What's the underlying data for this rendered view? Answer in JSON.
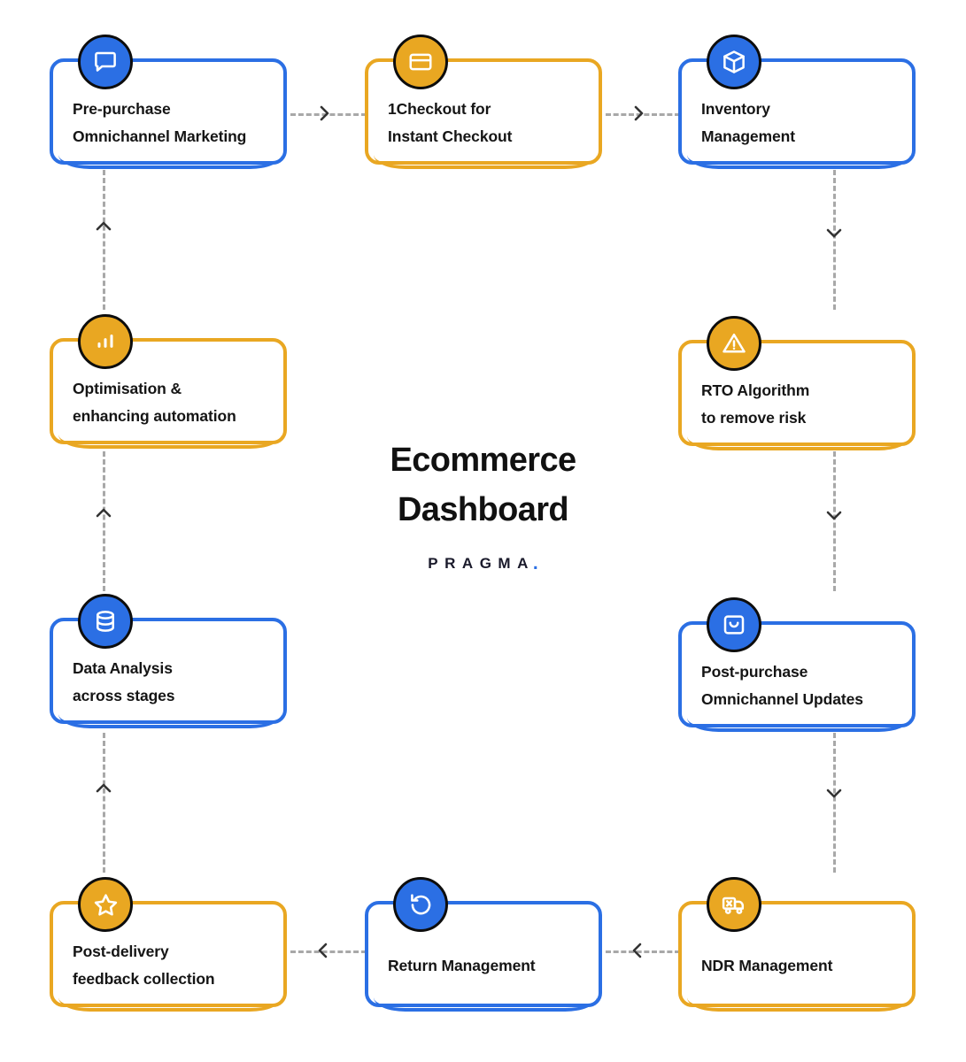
{
  "center": {
    "title_line1": "Ecommerce",
    "title_line2": "Dashboard",
    "brand": "PRAGMA",
    "brand_dot": "."
  },
  "colors": {
    "blue": "#2b6fe4",
    "orange": "#e9a722",
    "connector": "#a8a8a8",
    "text": "#151515",
    "badge_ring": "#0d0d0d"
  },
  "nodes": [
    {
      "id": "pre-purchase-omnichannel-marketing",
      "line1": "Pre-purchase",
      "line2": "Omnichannel Marketing",
      "color": "blue",
      "icon": "chat-bubble-icon"
    },
    {
      "id": "1checkout-for-instant-checkout",
      "line1": "1Checkout for",
      "line2": "Instant Checkout",
      "color": "orange",
      "icon": "credit-card-icon"
    },
    {
      "id": "inventory-management",
      "line1": "Inventory",
      "line2": "Management",
      "color": "blue",
      "icon": "box-package-icon"
    },
    {
      "id": "rto-algorithm-to-remove-risk",
      "line1": "RTO Algorithm",
      "line2": "to remove risk",
      "color": "orange",
      "icon": "warning-triangle-icon"
    },
    {
      "id": "post-purchase-omnichannel-updates",
      "line1": "Post-purchase",
      "line2": "Omnichannel Updates",
      "color": "blue",
      "icon": "shopping-bag-icon"
    },
    {
      "id": "ndr-management",
      "line1": "NDR Management",
      "line2": "",
      "color": "orange",
      "icon": "truck-failed-delivery-icon"
    },
    {
      "id": "return-management",
      "line1": "Return Management",
      "line2": "",
      "color": "blue",
      "icon": "return-arrow-icon"
    },
    {
      "id": "post-delivery-feedback-collection",
      "line1": "Post-delivery",
      "line2": "feedback collection",
      "color": "orange",
      "icon": "star-icon"
    },
    {
      "id": "data-analysis-across-stages",
      "line1": "Data Analysis",
      "line2": "across stages",
      "color": "blue",
      "icon": "database-icon"
    },
    {
      "id": "optimisation-enhancing-automation",
      "line1": "Optimisation &",
      "line2": "enhancing automation",
      "color": "orange",
      "icon": "bar-chart-icon"
    }
  ],
  "connectors": [
    {
      "id": "pre-purchase-to-1checkout",
      "direction": "right"
    },
    {
      "id": "1checkout-to-inventory",
      "direction": "right"
    },
    {
      "id": "inventory-to-rto",
      "direction": "down"
    },
    {
      "id": "rto-to-post-purchase",
      "direction": "down"
    },
    {
      "id": "post-purchase-to-ndr",
      "direction": "down"
    },
    {
      "id": "ndr-to-return",
      "direction": "left"
    },
    {
      "id": "return-to-post-delivery",
      "direction": "left"
    },
    {
      "id": "post-delivery-to-data-analysis",
      "direction": "up"
    },
    {
      "id": "data-analysis-to-optimisation",
      "direction": "up"
    },
    {
      "id": "optimisation-to-pre-purchase",
      "direction": "up"
    }
  ]
}
